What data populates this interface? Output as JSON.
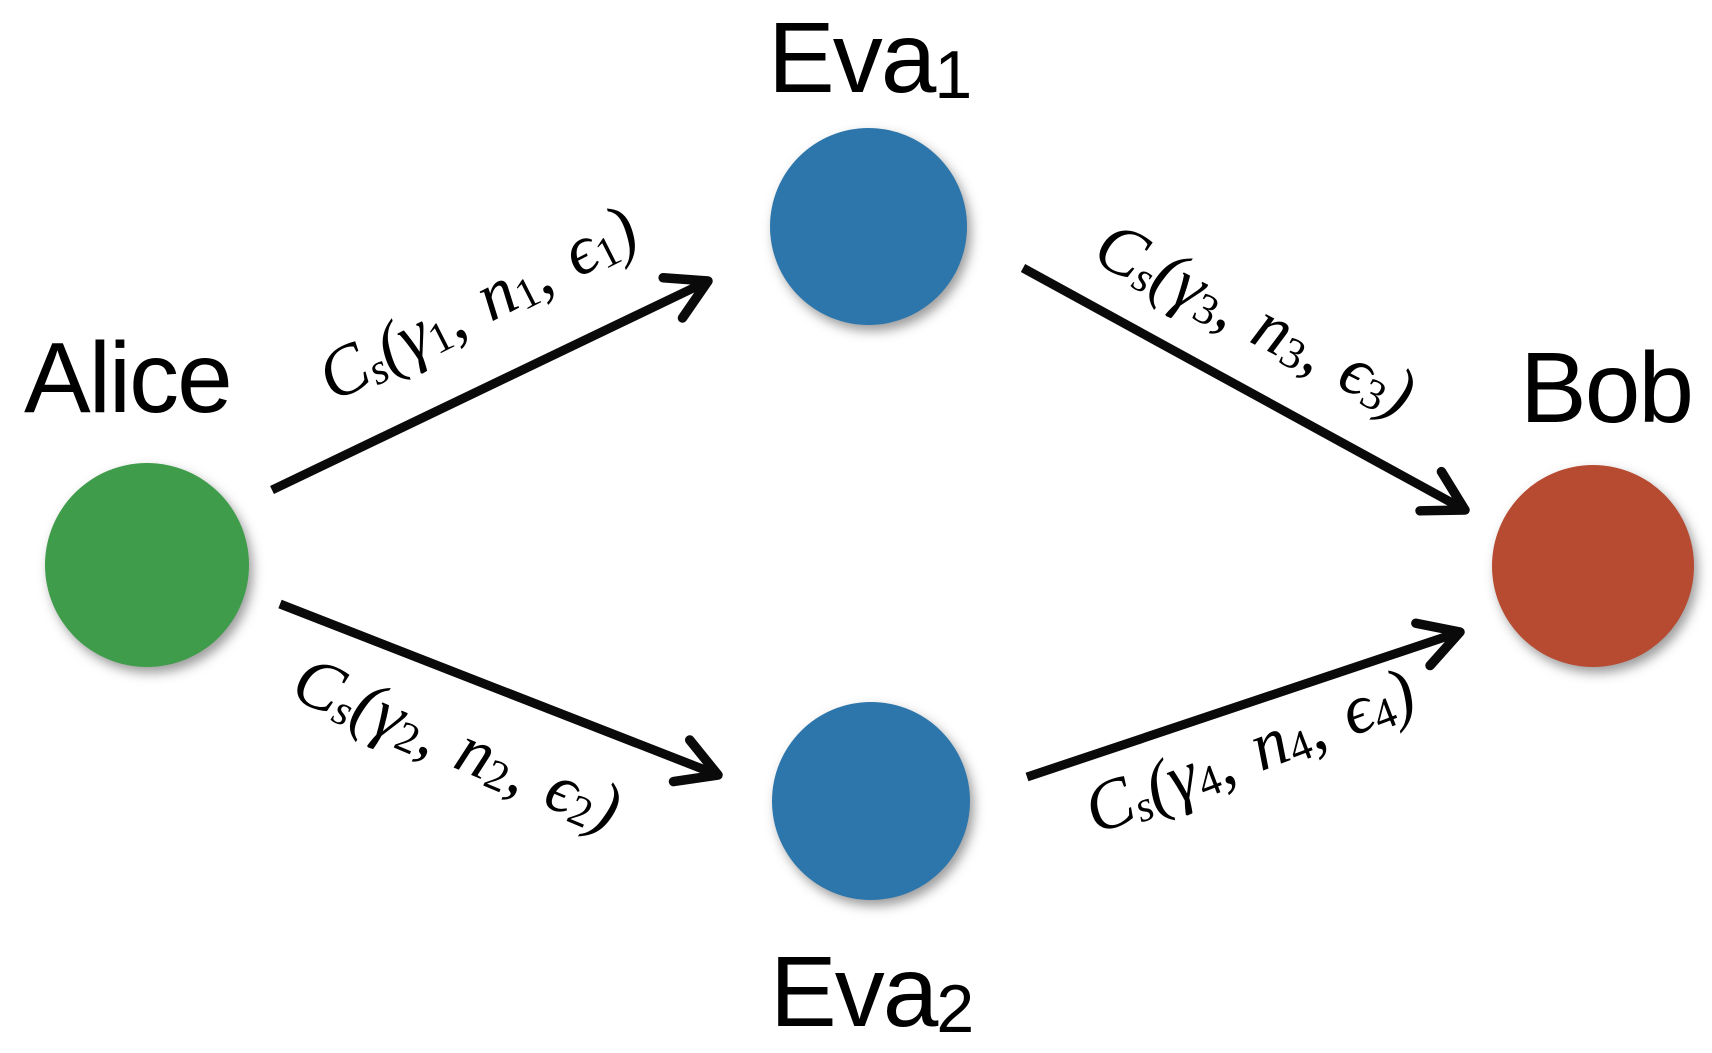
{
  "diagram": {
    "background_color": "#ffffff",
    "edge_color": "#0a0a0a",
    "nodes": {
      "alice": {
        "name": "Alice",
        "color": "#3e9c4a"
      },
      "eva1": {
        "base": "Eva",
        "sub": "1",
        "color": "#2d76ab"
      },
      "eva2": {
        "base": "Eva",
        "sub": "2",
        "color": "#2d76ab"
      },
      "bob": {
        "name": "Bob",
        "color": "#b74b31"
      }
    },
    "edges": [
      {
        "from": "Alice",
        "to": "Eva1",
        "label": {
          "fn": "C",
          "fn_sub": "s",
          "open": "(",
          "arg1": "γ",
          "arg1_sub": "1",
          "sep1": ", ",
          "arg2": "n",
          "arg2_sub": "1",
          "sep2": ", ",
          "arg3": "ϵ",
          "arg3_sub": "1",
          "close": ")"
        }
      },
      {
        "from": "Alice",
        "to": "Eva2",
        "label": {
          "fn": "C",
          "fn_sub": "s",
          "open": "(",
          "arg1": "γ",
          "arg1_sub": "2",
          "sep1": ", ",
          "arg2": "n",
          "arg2_sub": "2",
          "sep2": ", ",
          "arg3": "ϵ",
          "arg3_sub": "2",
          "close": ")"
        }
      },
      {
        "from": "Eva1",
        "to": "Bob",
        "label": {
          "fn": "C",
          "fn_sub": "s",
          "open": "(",
          "arg1": "γ",
          "arg1_sub": "3",
          "sep1": ", ",
          "arg2": "n",
          "arg2_sub": "3",
          "sep2": ", ",
          "arg3": "ϵ",
          "arg3_sub": "3",
          "close": ")"
        }
      },
      {
        "from": "Eva2",
        "to": "Bob",
        "label": {
          "fn": "C",
          "fn_sub": "s",
          "open": "(",
          "arg1": "γ",
          "arg1_sub": "4",
          "sep1": ", ",
          "arg2": "n",
          "arg2_sub": "4",
          "sep2": ", ",
          "arg3": "ϵ",
          "arg3_sub": "4",
          "close": ")"
        }
      }
    ]
  }
}
